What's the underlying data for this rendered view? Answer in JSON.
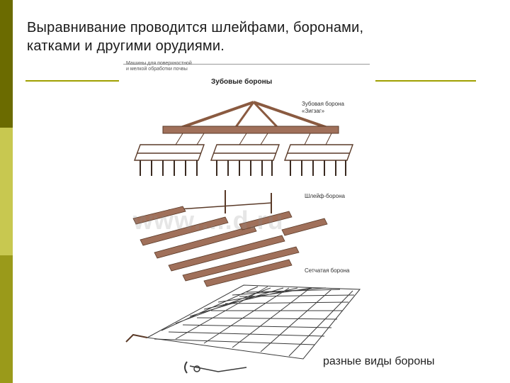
{
  "slide": {
    "title_line1": "Выравнивание проводится шлейфами, боронами,",
    "title_line2": "катками и другими орудиями.",
    "caption": "разные виды бороны"
  },
  "figure": {
    "header_line1": "Машины для поверхностной",
    "header_line2": "и мелкой обработки почвы",
    "section_title": "Зубовые бороны",
    "label_zigzag_line1": "Зубовая борона",
    "label_zigzag_line2": "«Зигзаг»",
    "label_shleif": "Шлейф-борона",
    "label_setchataya": "Сетчатая борона",
    "watermark": "www.....d.ru"
  },
  "colors": {
    "sidebar_dark": "#6b6b00",
    "sidebar_light": "#c8c850",
    "sidebar_mid": "#9a9a1a",
    "rule": "#a0a000",
    "wood": "#a0705a",
    "metal": "#3a3a3a"
  }
}
